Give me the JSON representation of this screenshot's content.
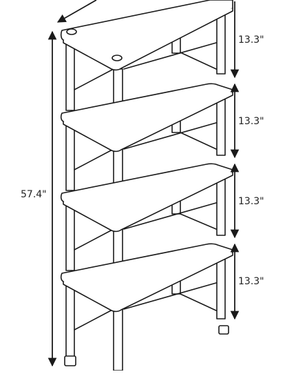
{
  "dimensions": {
    "total_height": "57.4\"",
    "shelf_spacings": [
      "13.3\"",
      "13.3\"",
      "13.3\"",
      "13.3\""
    ]
  },
  "colors": {
    "line": "#1a1a1a",
    "background": "#ffffff"
  }
}
